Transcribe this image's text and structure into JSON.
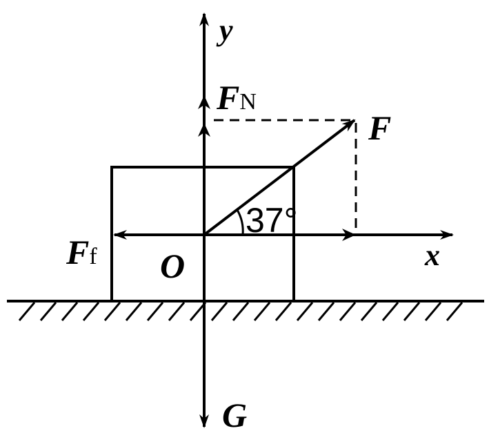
{
  "labels": {
    "y_axis": "y",
    "x_axis": "x",
    "origin": "O",
    "normal_force_main": "F",
    "normal_force_sub": "N",
    "applied_force": "F",
    "friction_main": "F",
    "friction_sub": "f",
    "gravity": "G",
    "angle": "37°"
  },
  "colors": {
    "ink": "#000000",
    "background": "#ffffff"
  }
}
